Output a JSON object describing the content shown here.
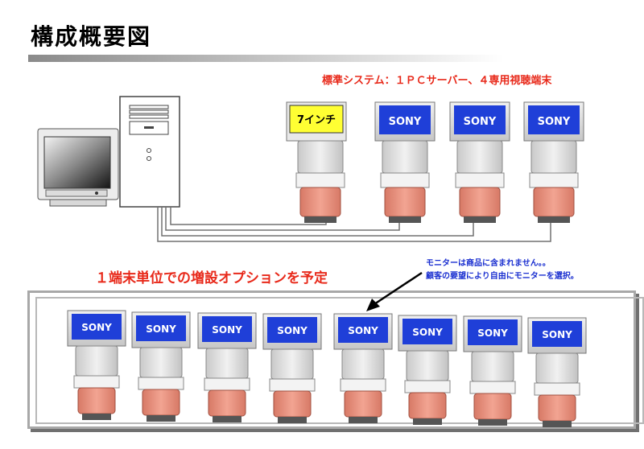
{
  "title": "構成概要図",
  "subtitle": "標準システム：１ＰＣサーバー、４専用視聴端末",
  "option_label": "１端末単位での増設オプションを予定",
  "note": {
    "line1": "モニターは商品に含まれません。。",
    "line2": "顧客の要望により自由にモニターを選択。"
  },
  "top_terminals": [
    {
      "screen": "7インチ",
      "style": "yellow"
    },
    {
      "screen": "SONY",
      "style": "sony"
    },
    {
      "screen": "SONY",
      "style": "sony"
    },
    {
      "screen": "SONY",
      "style": "sony"
    }
  ],
  "bottom_terminals": [
    "SONY",
    "SONY",
    "SONY",
    "SONY",
    "SONY",
    "SONY",
    "SONY",
    "SONY"
  ],
  "colors": {
    "accent_red": "#e8291a",
    "note_blue": "#1a2fd0",
    "sony_blue": "#1f3fd8",
    "kiosk_pink": "#e58a78"
  }
}
